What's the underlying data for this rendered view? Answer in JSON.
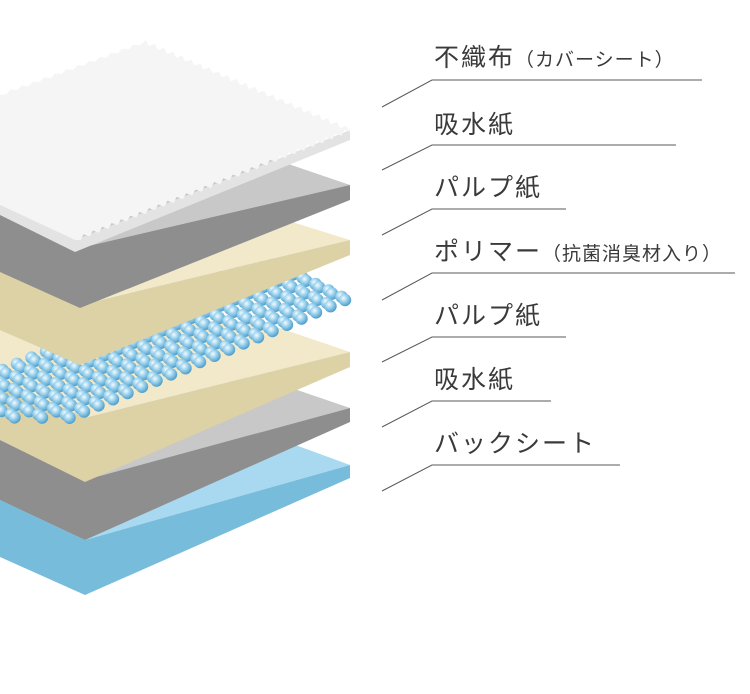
{
  "layers": [
    {
      "label": "不織布",
      "note": "（カバーシート）",
      "top_color": "#f4f4f4",
      "side_color": "#e2e2e2"
    },
    {
      "label": "吸水紙",
      "note": "",
      "top_color": "#c8c8c8",
      "side_color": "#8e8e8e"
    },
    {
      "label": "パルプ紙",
      "note": "",
      "top_color": "#f1e9c9",
      "side_color": "#ddd1a6"
    },
    {
      "label": "ポリマー",
      "note": "（抗菌消臭材入り）",
      "top_color": "#9fd3ee",
      "side_color": "#6bb4db"
    },
    {
      "label": "パルプ紙",
      "note": "",
      "top_color": "#f1e9c9",
      "side_color": "#ddd1a6"
    },
    {
      "label": "吸水紙",
      "note": "",
      "top_color": "#c8c8c8",
      "side_color": "#8e8e8e"
    },
    {
      "label": "バックシート",
      "note": "",
      "top_color": "#a9d9f1",
      "side_color": "#78bcdc"
    }
  ],
  "colors": {
    "leader_line": "#5a5a5a",
    "text": "#3a3a3a"
  }
}
